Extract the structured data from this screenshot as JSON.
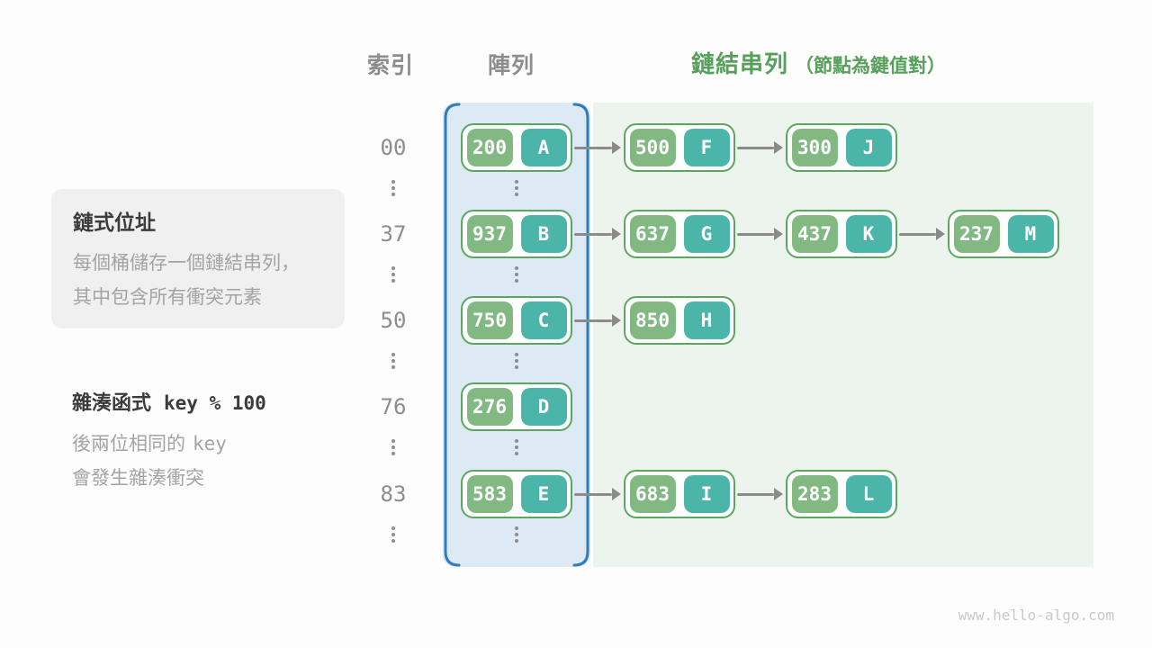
{
  "headers": {
    "index_label": "索引",
    "array_label": "陣列",
    "list_label": "鏈結串列",
    "list_note": "（節點為鍵值對）"
  },
  "info_box": {
    "title": "鏈式位址",
    "line1": "每個桶儲存一個鏈結串列，",
    "line2": "其中包含所有衝突元素"
  },
  "hash_note": {
    "title": "雜湊函式",
    "formula": "key % 100",
    "line1_text": "後兩位相同的",
    "line1_code": "key",
    "line2": "會發生雜湊衝突"
  },
  "footer": {
    "watermark": "www.hello-algo.com"
  },
  "colors": {
    "accent_green": "#57a05b",
    "key_green": "#82b983",
    "value_teal": "#4cb5aa",
    "node_border": "#5aa85f",
    "panel_blue_bg": "#ddeaf6",
    "panel_blue_border": "#2c7cbe",
    "panel_green_bg": "#edf4ed",
    "arrow_gray": "#8b8b8b",
    "text_dark": "#3b3b3b",
    "text_gray": "#a3a3a3",
    "label_gray": "#8d8d8d",
    "infobox_bg": "#f0f0f0",
    "watermark_gray": "#c9c9c9"
  },
  "diagram": {
    "ellipsis": "⋮",
    "rows": [
      {
        "index": "00",
        "nodes": [
          {
            "key": "200",
            "value": "A"
          },
          {
            "key": "500",
            "value": "F"
          },
          {
            "key": "300",
            "value": "J"
          }
        ]
      },
      {
        "index": "37",
        "nodes": [
          {
            "key": "937",
            "value": "B"
          },
          {
            "key": "637",
            "value": "G"
          },
          {
            "key": "437",
            "value": "K"
          },
          {
            "key": "237",
            "value": "M"
          }
        ]
      },
      {
        "index": "50",
        "nodes": [
          {
            "key": "750",
            "value": "C"
          },
          {
            "key": "850",
            "value": "H"
          }
        ]
      },
      {
        "index": "76",
        "nodes": [
          {
            "key": "276",
            "value": "D"
          }
        ]
      },
      {
        "index": "83",
        "nodes": [
          {
            "key": "583",
            "value": "E"
          },
          {
            "key": "683",
            "value": "I"
          },
          {
            "key": "283",
            "value": "L"
          }
        ]
      }
    ]
  }
}
